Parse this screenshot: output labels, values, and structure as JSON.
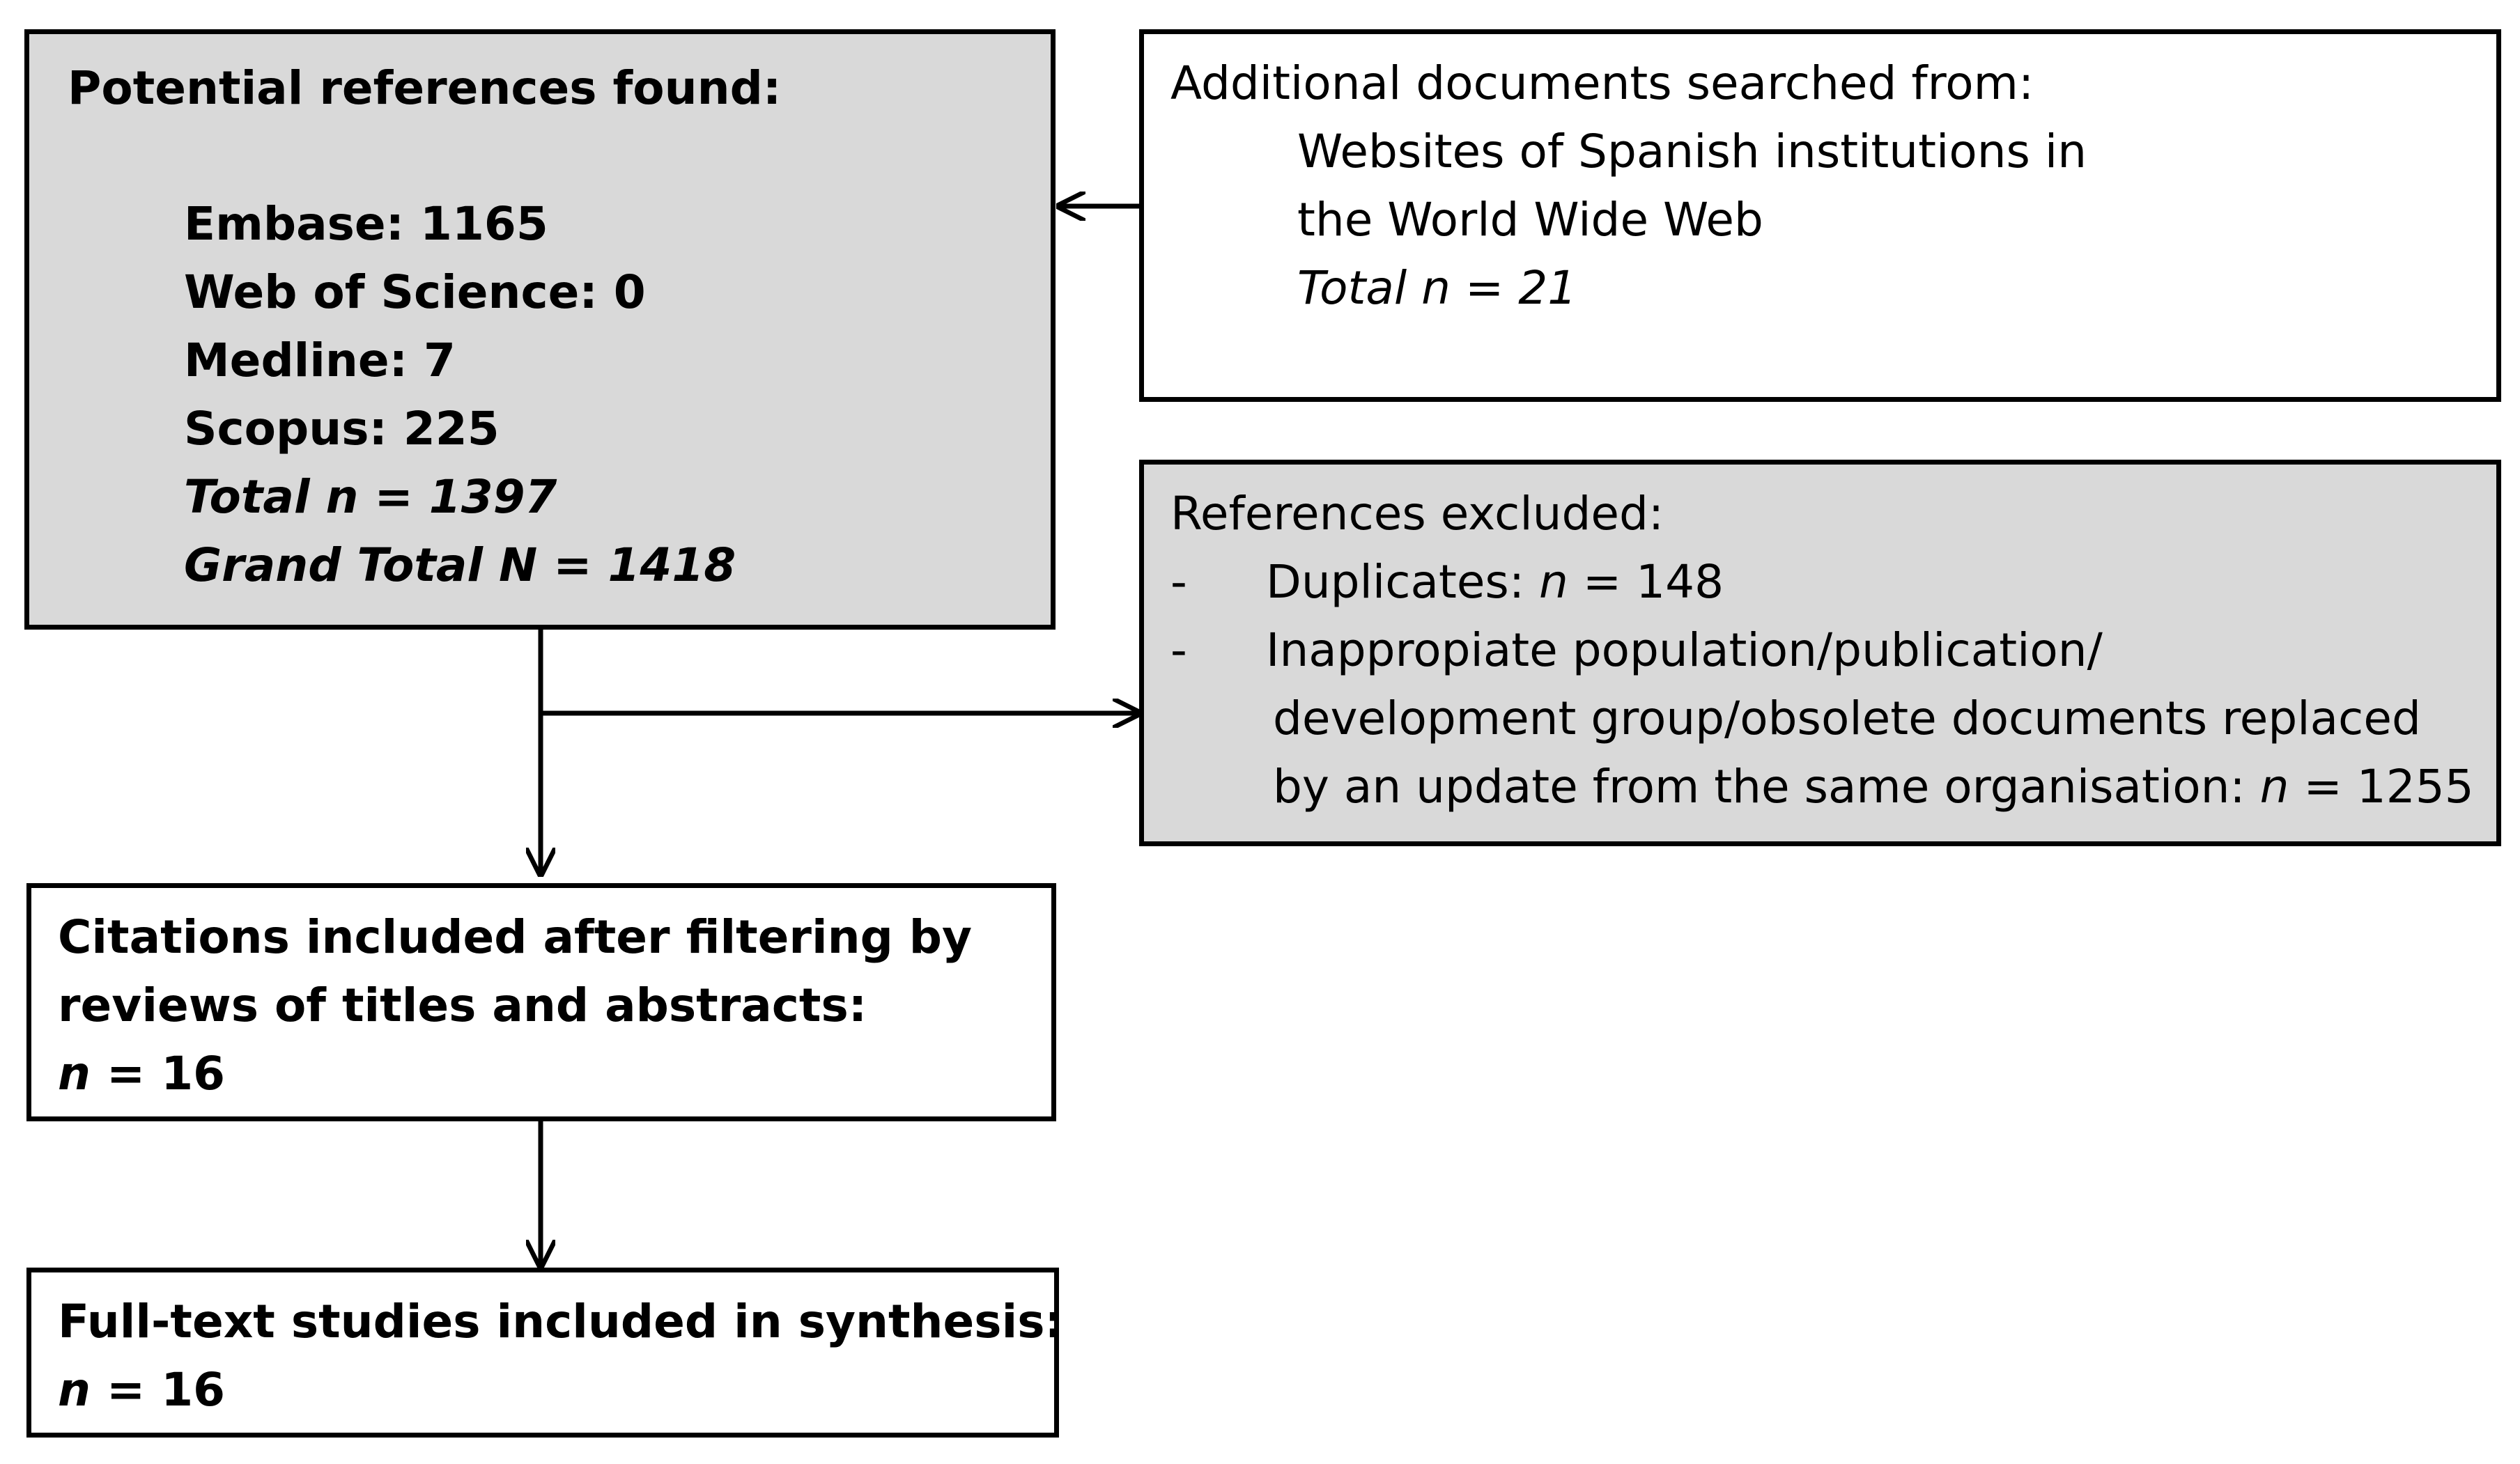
{
  "potential": {
    "title": "Potential references found:",
    "embase": "Embase: 1165",
    "wos": "Web of Science: 0",
    "medline": "Medline: 7",
    "scopus": "Scopus: 225",
    "total": "Total n = 1397",
    "grand_total": "Grand Total N = 1418"
  },
  "additional": {
    "title": "Additional documents searched from:",
    "line1": "Websites of Spanish institutions in",
    "line2": "the World Wide Web",
    "total": "Total n = 21"
  },
  "excluded": {
    "title": "References excluded:",
    "dash": "-",
    "dup_label": "Duplicates: ",
    "dup_n": "n",
    "dup_value": " = 148",
    "inapp_line1": "Inappropiate population/publication/",
    "inapp_line2": "development group/obsolete documents replaced",
    "inapp_line3_text": "by an update from the same organisation: ",
    "inapp_n": "n",
    "inapp_value": " = 1255"
  },
  "citations": {
    "line1": "Citations included after filtering by",
    "line2": "reviews of titles and abstracts:",
    "n": "n",
    "value": " = 16"
  },
  "fulltext": {
    "line1": "Full-text studies included in synthesis:",
    "n": "n",
    "value": " = 16"
  },
  "colors": {
    "gray_box": "#d9d9d9",
    "stroke": "#000000"
  }
}
